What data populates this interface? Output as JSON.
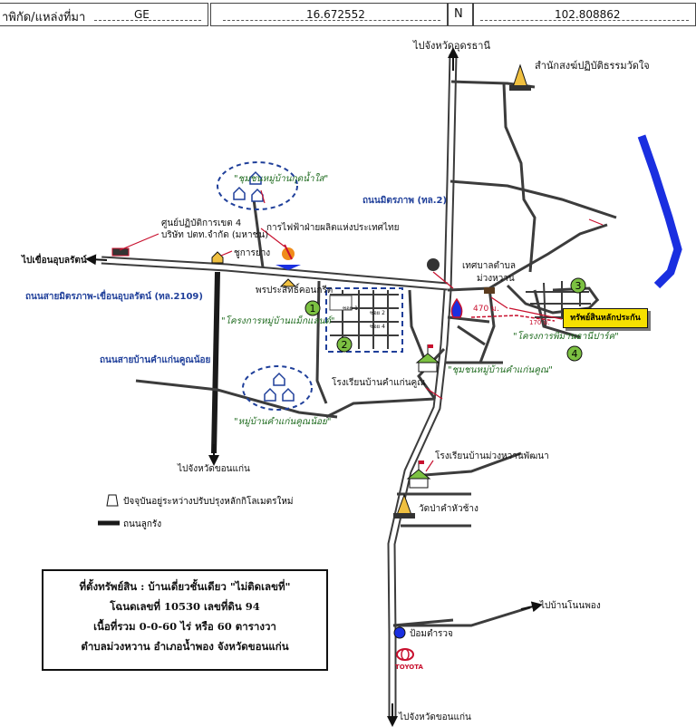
{
  "header": {
    "label": "าพิกัด/แหล่งที่มา",
    "source": "GE",
    "lat": "16.672552",
    "lon_prefix": "N",
    "lon": "102.808862"
  },
  "roads": {
    "to_udon": "ไปจังหวัดอุดรธานี",
    "mittraphap_road": "ถนนมิตรภาพ (ทล.2)",
    "to_dam": "ไปเขื่อนอุบลรัตน์",
    "dam_road": "ถนนสายมิตรภาพ-เขื่อนอุบลรัตน์ (ทล.2109)",
    "khamkaen_road": "ถนนสายบ้านคำแก่นคูณน้อย",
    "to_khonkaen_left": "ไปจังหวัดขอนแก่น",
    "to_khonkaen_bottom": "ไปจังหวัดขอนแก่น",
    "to_nonphom": "ไปบ้านโนนพอง",
    "distance": "470 ม.",
    "distance_small": "170 ม."
  },
  "places": {
    "temple_top": "สำนักสงฆ์ปฏิบัติธรรมวัดใจ",
    "community_kud": "\"ชุมชนหมู่บ้านกุดน้ำใส\"",
    "ops_center_1": "ศูนย์ปฏิบัติการเขต 4",
    "ops_center_2": "บริษัท ปตท.จำกัด (มหาชน)",
    "egat": "การไฟฟ้าฝ่ายผลิตแห่งประเทศไทย",
    "rubber": "ชูการยาง",
    "concrete": "พรประสิทธิ์คอนกรีต",
    "municipal_1": "เทศบาลตำบล",
    "municipal_2": "ม่วงหวาน",
    "project_max": "\"โครงการหมู่บ้านแม็กแลนด์\"",
    "project_park": "\"โครงการพิมานธานีปาร์ค\"",
    "school_khamkaen": "โรงเรียนบ้านคำแก่นคูณ",
    "community_khamkaen": "\"ชุมชนหมู่บ้านคำแก่นคูณ\"",
    "village_noi": "\"หมู่บ้านคำแก่นคูณน้อย\"",
    "school_muang": "โรงเรียนบ้านม่วงหวานพัฒนา",
    "temple_pa": "วัดป่าคำหัวช้าง",
    "police": "ป้อมตำรวจ",
    "toyota": "TOYOTA",
    "sub_1": "ซอย 2",
    "sub_2": "ซอย 4",
    "sub_3": "ซอย 1"
  },
  "markers": [
    "1",
    "2",
    "3",
    "4"
  ],
  "legend": {
    "improving": "ปัจจุบันอยู่ระหว่างปรับปรุงหลักกิโลเมตรใหม่",
    "laterite": "ถนนลูกรัง"
  },
  "highlight": "ทรัพย์สินหลักประกัน",
  "info": {
    "line1": "ที่ตั้งทรัพย์สิน : บ้านเดี่ยวชั้นเดียว \"ไม่ติดเลขที่\"",
    "line2": "โฉนดเลขที่ 10530 เลขที่ดิน 94",
    "line3": "เนื้อที่รวม 0-0-60 ไร่ หรือ 60 ตารางวา",
    "line4": "ตำบลม่วงหวาน อำเภอน้ำพอง จังหวัดขอนแก่น"
  },
  "colors": {
    "road": "#3c3c3c",
    "highway_fill": "#ffffff",
    "laterite": "#1a1a1a",
    "river": "#1a2fe0",
    "annotation_red": "#c8102e",
    "road_label_blue": "#1f3f9a",
    "project_green": "#1f6b1f",
    "marker_green": "#7cc142",
    "highlight": "#f5e000"
  }
}
